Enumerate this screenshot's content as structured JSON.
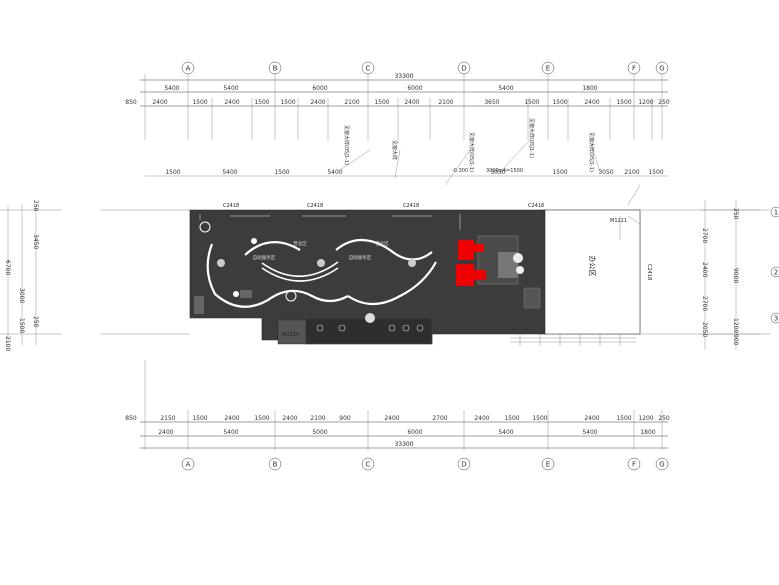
{
  "dimensions": {
    "top": {
      "total": "33300",
      "row1": [
        "5400",
        "5400",
        "6000",
        "6000",
        "5400",
        "1800"
      ],
      "row2": [
        "2400",
        "1500",
        "2400",
        "1500",
        "1500",
        "2400",
        "2100",
        "1500",
        "2400",
        "2100",
        "3650",
        "1500",
        "1500",
        "2400",
        "1500",
        "1200",
        "250"
      ],
      "left_label": "850"
    },
    "bottom": {
      "total": "33300",
      "row1": [
        "2150",
        "1500",
        "2400",
        "1500",
        "2400",
        "2100",
        "900",
        "2400",
        "2700",
        "2400",
        "1500",
        "1500",
        "2400",
        "1500",
        "1200",
        "250"
      ],
      "row2": [
        "2400",
        "5400",
        "5000",
        "6000",
        "5400",
        "5400",
        "1800"
      ],
      "left_label": "850"
    },
    "inner_top": [
      "1500",
      "5400",
      "1500",
      "5400",
      "3050",
      "1500",
      "3050",
      "2100",
      "1500"
    ],
    "right": [
      "250",
      "2700",
      "2400",
      "2700",
      "2050",
      "9000",
      "1200",
      "900"
    ],
    "left": [
      "250",
      "3450",
      "6700",
      "3000",
      "2100",
      "1500",
      "250"
    ]
  },
  "axes": {
    "columns_top": [
      "A",
      "B",
      "C",
      "D",
      "E",
      "F",
      "G"
    ],
    "columns_bottom": [
      "A",
      "B",
      "C",
      "D",
      "E",
      "F",
      "G"
    ],
    "rows_right": [
      "1",
      "2",
      "3"
    ]
  },
  "rooms": {
    "main": "办公区",
    "lane_labels": [
      "自助服务区",
      "自助服务区",
      "营业区",
      "营业区"
    ],
    "windows": [
      "C2418",
      "C2418",
      "C2418",
      "C2418"
    ],
    "door_left": "M1524",
    "door_right": "M1221",
    "side_window": "C2418"
  },
  "notes": {
    "n1": "见窗大样(05J1-1)",
    "n2": "见窗大样(05J1-1)",
    "n3": "见窗大样(05J1-1)",
    "n4": "见窗大样(05J1-1)",
    "n5": "见窗大样",
    "n6": "-0.300",
    "n7": "3000×4=1500"
  },
  "colors": {
    "floor": "#3c3c3c",
    "highlight": "#ee0000",
    "line": "#444444"
  }
}
